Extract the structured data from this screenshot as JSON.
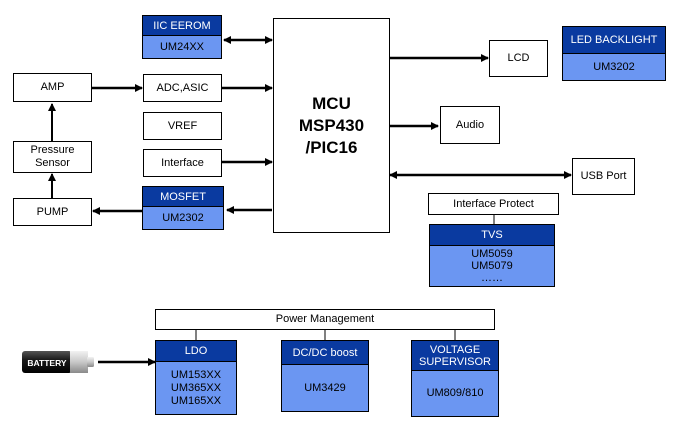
{
  "colors": {
    "header_bg": "#0a3aa0",
    "sub_bg": "#6b96f2",
    "line": "#000000"
  },
  "mcu": {
    "line1": "MCU",
    "line2": "MSP430",
    "line3": "/PIC16"
  },
  "left_chain": {
    "amp": "AMP",
    "pressure_sensor": [
      "Pressure",
      "Sensor"
    ],
    "pump": "PUMP"
  },
  "blocks": {
    "iic": {
      "title": "IIC EEROM",
      "part": "UM24XX"
    },
    "adc": "ADC,ASIC",
    "vref": "VREF",
    "interface": "Interface",
    "mosfet": {
      "title": "MOSFET",
      "part": "UM2302"
    },
    "lcd": "LCD",
    "audio": "Audio",
    "usb": "USB Port",
    "led": {
      "title": "LED BACKLIGHT",
      "part": "UM3202"
    },
    "interface_protect": "Interface Protect",
    "tvs": {
      "title": "TVS",
      "parts": [
        "UM5059",
        "UM5079",
        "……"
      ]
    }
  },
  "power": {
    "title": "Power Management",
    "battery_label": "BATTERY",
    "ldo": {
      "title": "LDO",
      "parts": [
        "UM153XX",
        "UM365XX",
        "UM165XX"
      ]
    },
    "dcdc": {
      "title": "DC/DC boost",
      "part": "UM3429"
    },
    "supervisor": {
      "title": [
        "VOLTAGE",
        "SUPERVISOR"
      ],
      "part": "UM809/810"
    }
  }
}
